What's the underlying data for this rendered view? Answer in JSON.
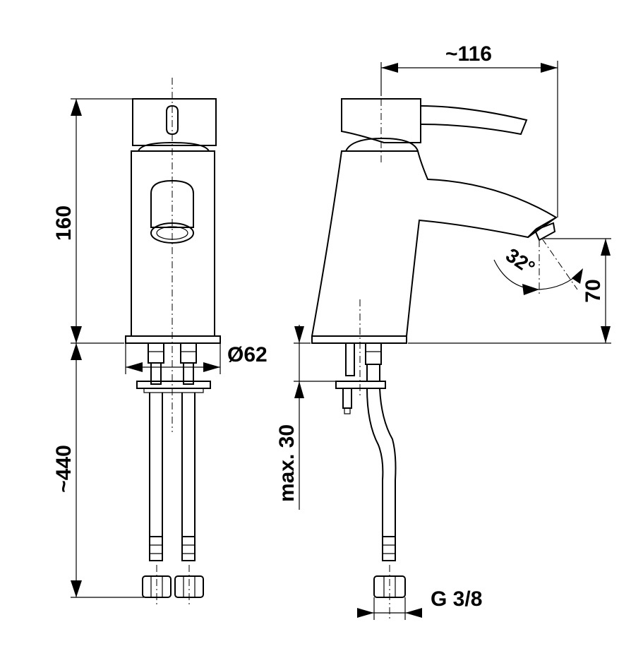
{
  "dimensions": {
    "width_top": "~116",
    "height_total": "160",
    "base_diameter": "Ø62",
    "hose_length": "~440",
    "max_thickness": "max. 30",
    "spout_angle": "32°",
    "spout_height": "70",
    "connection_thread": "G 3/8"
  }
}
